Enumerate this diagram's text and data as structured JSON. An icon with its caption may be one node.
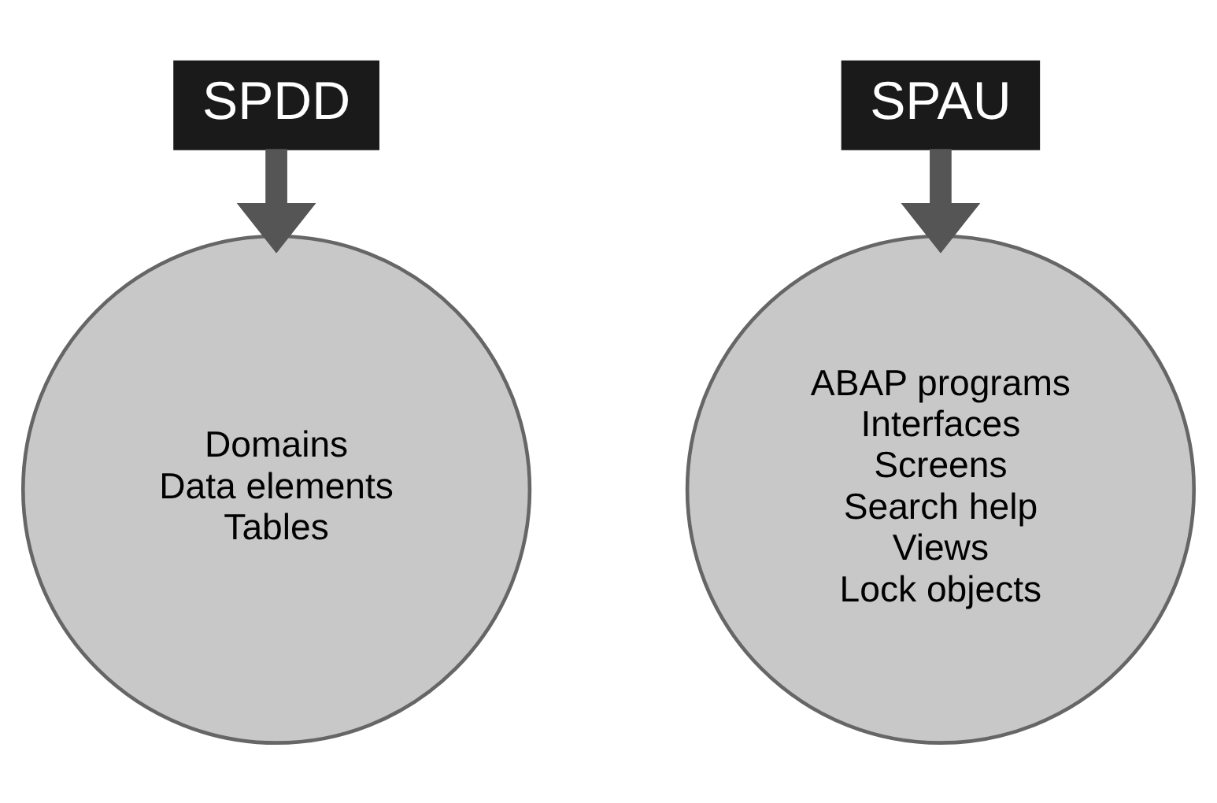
{
  "diagram": {
    "nodes": [
      {
        "text": [
          "SPDD"
        ]
      },
      {
        "text": [
          "Domains",
          "Data elements",
          "Tables"
        ]
      },
      {
        "text": [
          "SPAU"
        ]
      },
      {
        "text": [
          "ABAP programs",
          "Interfaces",
          "Screens",
          "Search help",
          "Views",
          "Lock objects"
        ]
      }
    ],
    "edges": [
      {
        "from": 0,
        "to": 1,
        "arrow": "to"
      },
      {
        "from": 2,
        "to": 3,
        "arrow": "to"
      }
    ]
  }
}
